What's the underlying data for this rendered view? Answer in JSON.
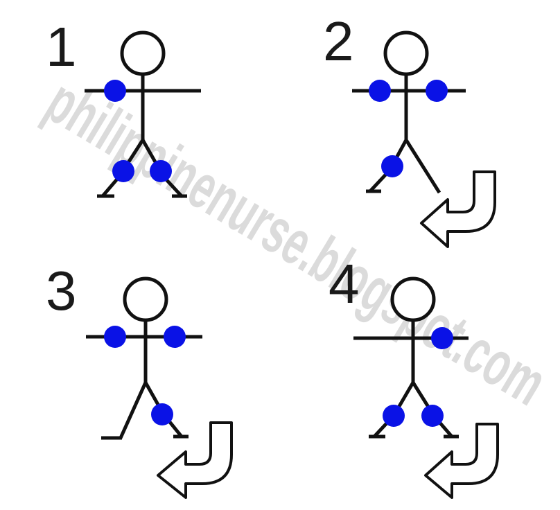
{
  "watermark": "philippinenurse.blogspot.com",
  "colors": {
    "dot": "#0a12e6",
    "line": "#111111",
    "watermark": "#c8c8c8"
  },
  "figures": [
    {
      "step": "1",
      "left_arm_dot": true,
      "right_arm_dot": false,
      "left_leg_dot": true,
      "right_leg_dot": true,
      "left_arm_extended": true,
      "right_arm_extended": true,
      "arrow": false,
      "right_leg_swung": false,
      "left_leg_swung": false
    },
    {
      "step": "2",
      "left_arm_dot": true,
      "right_arm_dot": true,
      "left_leg_dot": true,
      "right_leg_dot": false,
      "left_arm_extended": true,
      "right_arm_extended": true,
      "arrow": true,
      "right_leg_swung": true,
      "left_leg_swung": false
    },
    {
      "step": "3",
      "left_arm_dot": true,
      "right_arm_dot": true,
      "left_leg_dot": false,
      "right_leg_dot": true,
      "left_arm_extended": true,
      "right_arm_extended": true,
      "arrow": true,
      "right_leg_swung": false,
      "left_leg_swung": true
    },
    {
      "step": "4",
      "left_arm_dot": false,
      "right_arm_dot": true,
      "left_leg_dot": true,
      "right_leg_dot": true,
      "left_arm_extended": true,
      "right_arm_extended": true,
      "arrow": true,
      "right_leg_swung": false,
      "left_leg_swung": false
    }
  ]
}
